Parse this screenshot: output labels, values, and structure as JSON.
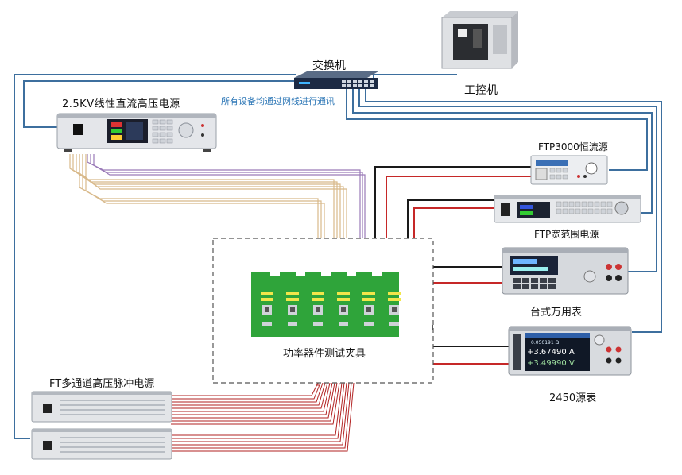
{
  "labels": {
    "switch": "交换机",
    "ipc": "工控机",
    "hv_supply": "2.5KV线性直流高压电源",
    "network_note": "所有设备均通过网线进行通讯",
    "cc_source": "FTP3000恒流源",
    "wide_supply": "FTP宽范围电源",
    "dmm": "台式万用表",
    "fixture": "功率器件测试夹具",
    "pulse_supply": "FT多通道高压脉冲电源",
    "smu": "2450源表"
  },
  "instrument_readouts": {
    "smu_resistance": "+0.050191 Ω",
    "smu_current": "+3.67490 A",
    "smu_voltage": "+3.49990 V"
  },
  "colors": {
    "network_cable": "#3d6f9e",
    "fixture_board": "#2fa43a",
    "test_lead_red": "#c62828",
    "test_lead_black": "#1a1a1a",
    "hv_bundle_tan": "#d8b98a",
    "hv_bundle_purple": "#9a7ab8",
    "pulse_bundle": "#b22222",
    "dashed_frame": "#555555"
  }
}
